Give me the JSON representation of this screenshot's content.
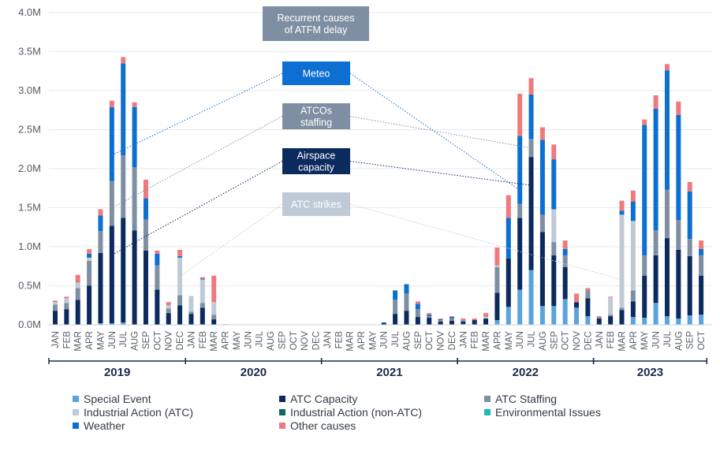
{
  "chart_data": {
    "type": "bar",
    "stacked": true,
    "y_ticks": [
      "0.0M",
      "0.5M",
      "1.0M",
      "1.5M",
      "2.0M",
      "2.5M",
      "3.0M",
      "3.5M",
      "4.0M"
    ],
    "ylim": [
      0,
      4000000
    ],
    "months": [
      "JAN",
      "FEB",
      "MAR",
      "APR",
      "MAY",
      "JUN",
      "JUL",
      "AUG",
      "SEP",
      "OCT",
      "NOV",
      "DEC"
    ],
    "years": [
      {
        "label": "2019",
        "months": 12
      },
      {
        "label": "2020",
        "months": 12
      },
      {
        "label": "2021",
        "months": 12
      },
      {
        "label": "2022",
        "months": 12
      },
      {
        "label": "2023",
        "months": 10
      }
    ],
    "series": [
      {
        "name": "Special Event",
        "color": "#5ba3dd",
        "values": [
          0,
          0,
          0,
          0,
          20000,
          20000,
          30000,
          0,
          0,
          0,
          0,
          0,
          0,
          0,
          0,
          0,
          0,
          0,
          0,
          0,
          0,
          0,
          0,
          0,
          0,
          0,
          0,
          0,
          0,
          0,
          0,
          0,
          0,
          0,
          0,
          0,
          10000,
          0,
          0,
          60000,
          230000,
          450000,
          700000,
          240000,
          240000,
          330000,
          220000,
          110000,
          0,
          0,
          0,
          100000,
          90000,
          280000,
          110000,
          80000,
          120000,
          130000
        ]
      },
      {
        "name": "ATC Capacity",
        "color": "#0b2a5e",
        "values": [
          180000,
          200000,
          320000,
          500000,
          900000,
          1250000,
          1340000,
          1210000,
          950000,
          450000,
          150000,
          250000,
          140000,
          220000,
          70000,
          0,
          0,
          0,
          0,
          0,
          0,
          0,
          0,
          0,
          0,
          0,
          0,
          0,
          0,
          20000,
          140000,
          180000,
          100000,
          90000,
          40000,
          50000,
          30000,
          60000,
          80000,
          350000,
          620000,
          920000,
          1450000,
          950000,
          650000,
          410000,
          70000,
          230000,
          80000,
          110000,
          190000,
          200000,
          540000,
          610000,
          1000000,
          880000,
          760000,
          500000
        ]
      },
      {
        "name": "ATC Staffing",
        "color": "#7f8fa3",
        "values": [
          80000,
          80000,
          150000,
          320000,
          280000,
          570000,
          800000,
          810000,
          400000,
          310000,
          60000,
          130000,
          30000,
          60000,
          60000,
          0,
          0,
          0,
          0,
          0,
          0,
          0,
          0,
          0,
          0,
          0,
          0,
          0,
          0,
          0,
          180000,
          220000,
          100000,
          20000,
          20000,
          30000,
          20000,
          0,
          0,
          330000,
          0,
          180000,
          230000,
          220000,
          170000,
          150000,
          0,
          100000,
          20000,
          20000,
          30000,
          140000,
          260000,
          320000,
          620000,
          380000,
          220000,
          260000
        ]
      },
      {
        "name": "Industrial Action (ATC)",
        "color": "#bfcad6",
        "values": [
          30000,
          60000,
          70000,
          40000,
          0,
          0,
          0,
          0,
          0,
          0,
          40000,
          480000,
          200000,
          300000,
          160000,
          10000,
          0,
          0,
          0,
          0,
          0,
          0,
          0,
          0,
          0,
          0,
          0,
          0,
          0,
          0,
          0,
          0,
          0,
          0,
          0,
          0,
          0,
          0,
          20000,
          20000,
          0,
          0,
          0,
          0,
          420000,
          0,
          0,
          0,
          0,
          220000,
          1190000,
          890000,
          0,
          0,
          0,
          0,
          0,
          0
        ]
      },
      {
        "name": "Industrial Action (non-ATC)",
        "color": "#0a6b5a",
        "values": [
          0,
          0,
          0,
          0,
          0,
          0,
          0,
          0,
          0,
          0,
          0,
          0,
          0,
          0,
          0,
          0,
          0,
          0,
          0,
          0,
          0,
          0,
          0,
          0,
          0,
          0,
          0,
          0,
          0,
          0,
          0,
          0,
          0,
          0,
          0,
          0,
          0,
          0,
          0,
          0,
          0,
          0,
          0,
          0,
          0,
          0,
          0,
          0,
          0,
          0,
          0,
          0,
          0,
          0,
          0,
          0,
          0,
          0
        ]
      },
      {
        "name": "Environmental Issues",
        "color": "#1abcb4",
        "values": [
          0,
          0,
          0,
          0,
          0,
          0,
          0,
          0,
          0,
          0,
          0,
          0,
          0,
          0,
          0,
          0,
          0,
          0,
          0,
          0,
          0,
          0,
          0,
          0,
          0,
          0,
          0,
          0,
          0,
          0,
          0,
          0,
          0,
          0,
          0,
          0,
          0,
          0,
          0,
          0,
          0,
          0,
          0,
          0,
          0,
          0,
          0,
          0,
          0,
          0,
          0,
          0,
          0,
          0,
          0,
          0,
          0,
          0
        ]
      },
      {
        "name": "Weather",
        "color": "#0d6fd1",
        "values": [
          0,
          0,
          0,
          50000,
          200000,
          950000,
          1180000,
          770000,
          270000,
          150000,
          0,
          20000,
          0,
          10000,
          0,
          0,
          0,
          0,
          0,
          0,
          0,
          0,
          0,
          0,
          0,
          0,
          0,
          0,
          0,
          10000,
          120000,
          120000,
          70000,
          20000,
          10000,
          20000,
          0,
          0,
          0,
          0,
          520000,
          870000,
          570000,
          960000,
          640000,
          80000,
          0,
          0,
          0,
          0,
          50000,
          250000,
          1670000,
          1560000,
          1530000,
          1350000,
          610000,
          80000
        ]
      },
      {
        "name": "Other causes",
        "color": "#ee7a7f",
        "values": [
          20000,
          20000,
          100000,
          60000,
          80000,
          80000,
          80000,
          60000,
          240000,
          40000,
          40000,
          80000,
          0,
          20000,
          340000,
          0,
          0,
          0,
          0,
          0,
          0,
          0,
          0,
          0,
          0,
          0,
          0,
          0,
          0,
          0,
          0,
          0,
          30000,
          20000,
          10000,
          10000,
          20000,
          20000,
          50000,
          230000,
          290000,
          540000,
          210000,
          160000,
          190000,
          110000,
          110000,
          30000,
          10000,
          10000,
          130000,
          140000,
          70000,
          170000,
          80000,
          170000,
          120000,
          110000
        ]
      }
    ],
    "callouts": [
      {
        "label": "Recurrent causes\nof ATFM delay",
        "color": "#7f8fa3"
      },
      {
        "label": "Meteo",
        "color": "#0d6fd1"
      },
      {
        "label": "ATCOs\nstaffing",
        "color": "#7f8fa3"
      },
      {
        "label": "Airspace\ncapacity",
        "color": "#0b2a5e"
      },
      {
        "label": "ATC strikes",
        "color": "#bfcad6"
      }
    ]
  }
}
